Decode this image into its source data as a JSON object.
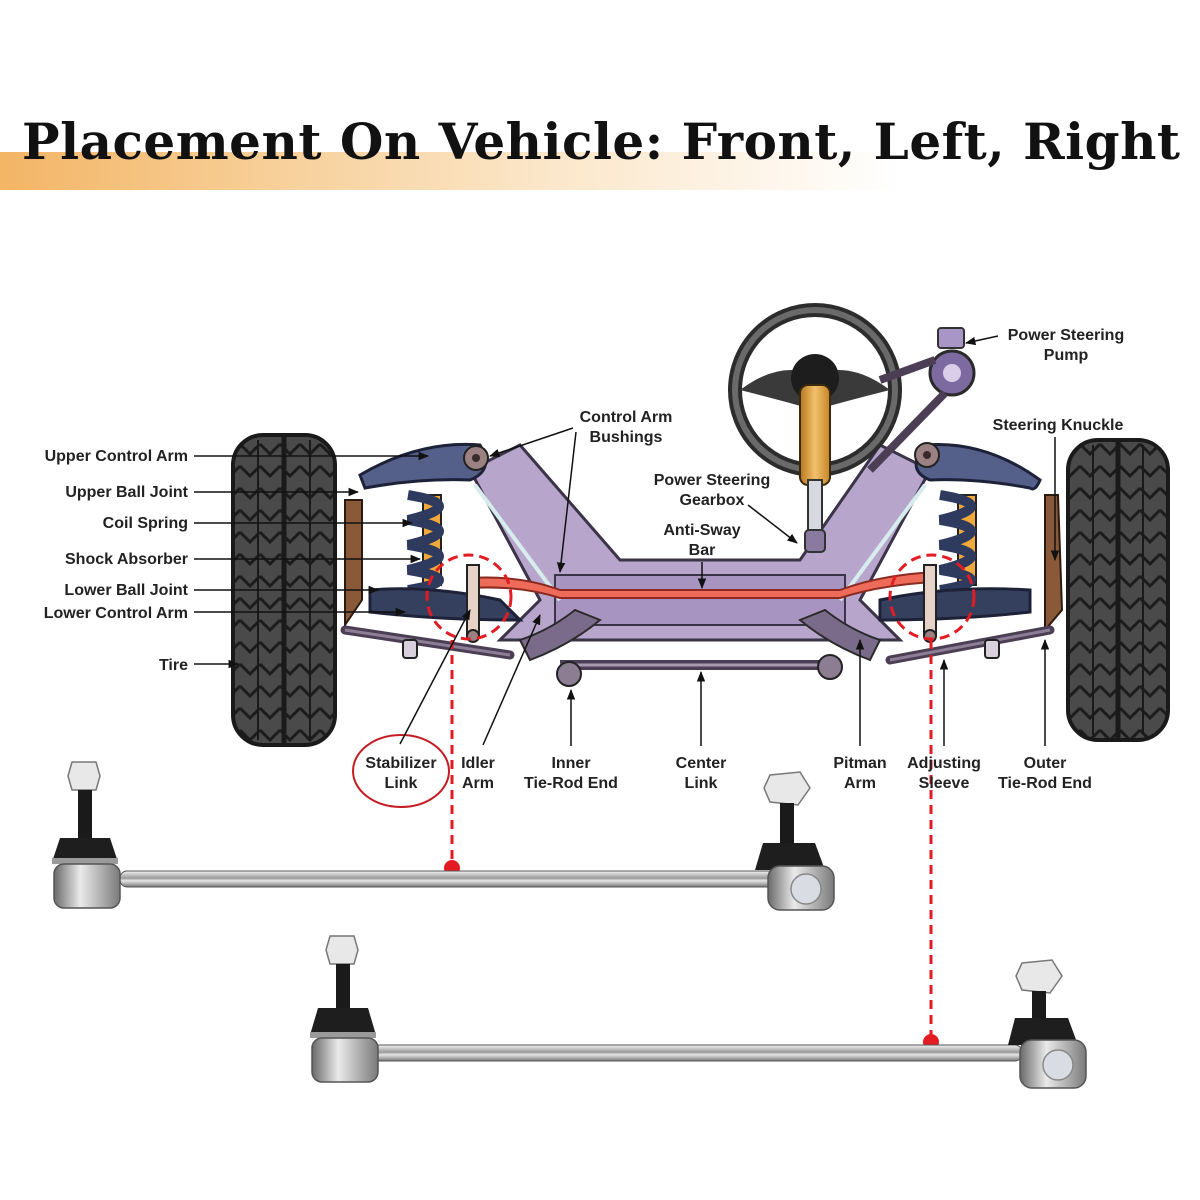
{
  "title": "Placement On Vehicle: Front, Left, Right",
  "colors": {
    "title_band": "#f3b566",
    "highlight_red": "#e31b23",
    "frame_purple": "#b7a5cc",
    "arm_navy": "#4a5577",
    "anti_sway_bar": "#ee6b5a",
    "tire": "#3a3a3a",
    "steering_column": "#e8a840"
  },
  "labels": {
    "left": [
      {
        "id": "upper-control-arm",
        "text": "Upper Control Arm"
      },
      {
        "id": "upper-ball-joint",
        "text": "Upper Ball Joint"
      },
      {
        "id": "coil-spring",
        "text": "Coil Spring"
      },
      {
        "id": "shock-absorber",
        "text": "Shock Absorber"
      },
      {
        "id": "lower-ball-joint",
        "text": "Lower Ball Joint"
      },
      {
        "id": "lower-control-arm",
        "text": "Lower Control Arm"
      },
      {
        "id": "tire",
        "text": "Tire"
      }
    ],
    "top": [
      {
        "id": "control-arm-bushings",
        "line1": "Control Arm",
        "line2": "Bushings"
      },
      {
        "id": "power-steering-gearbox",
        "line1": "Power Steering",
        "line2": "Gearbox"
      },
      {
        "id": "anti-sway-bar",
        "line1": "Anti-Sway",
        "line2": "Bar"
      },
      {
        "id": "power-steering-pump",
        "line1": "Power Steering",
        "line2": "Pump"
      },
      {
        "id": "steering-knuckle",
        "line1": "Steering Knuckle",
        "line2": ""
      }
    ],
    "bottom": [
      {
        "id": "stabilizer-link",
        "line1": "Stabilizer",
        "line2": "Link",
        "highlighted": true
      },
      {
        "id": "idler-arm",
        "line1": "Idler",
        "line2": "Arm"
      },
      {
        "id": "inner-tie-rod-end",
        "line1": "Inner",
        "line2": "Tie-Rod End"
      },
      {
        "id": "center-link",
        "line1": "Center",
        "line2": "Link"
      },
      {
        "id": "pitman-arm",
        "line1": "Pitman",
        "line2": "Arm"
      },
      {
        "id": "adjusting-sleeve",
        "line1": "Adjusting",
        "line2": "Sleeve"
      },
      {
        "id": "outer-tie-rod-end",
        "line1": "Outer",
        "line2": "Tie-Rod End"
      }
    ]
  },
  "products": [
    {
      "id": "stabilizer-link-left",
      "placement": "left"
    },
    {
      "id": "stabilizer-link-right",
      "placement": "right"
    }
  ]
}
